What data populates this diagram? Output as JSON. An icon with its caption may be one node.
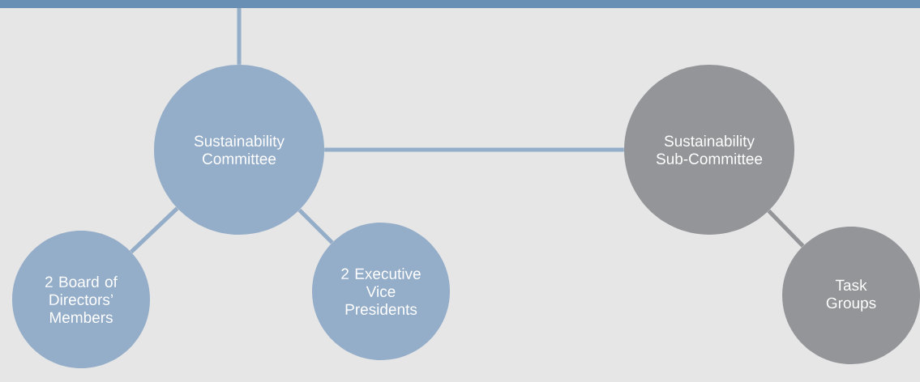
{
  "diagram": {
    "nodes": [
      {
        "text": [
          "Sustainability Committee"
        ]
      },
      {
        "text": [
          "2 Board of Directors’ Members"
        ]
      },
      {
        "text": [
          "2 Executive Vice Presidents"
        ]
      },
      {
        "text": [
          "Sustainability Sub-Committee"
        ]
      },
      {
        "text": [
          "Task Groups"
        ]
      }
    ],
    "edges": [
      {
        "from": null,
        "to": 0,
        "arrow": "none"
      },
      {
        "from": 0,
        "to": 1,
        "arrow": "none"
      },
      {
        "from": 0,
        "to": 2,
        "arrow": "none"
      },
      {
        "from": 0,
        "to": 3,
        "arrow": "none"
      },
      {
        "from": 3,
        "to": 4,
        "arrow": "none",
        "color": "#939598"
      }
    ]
  }
}
